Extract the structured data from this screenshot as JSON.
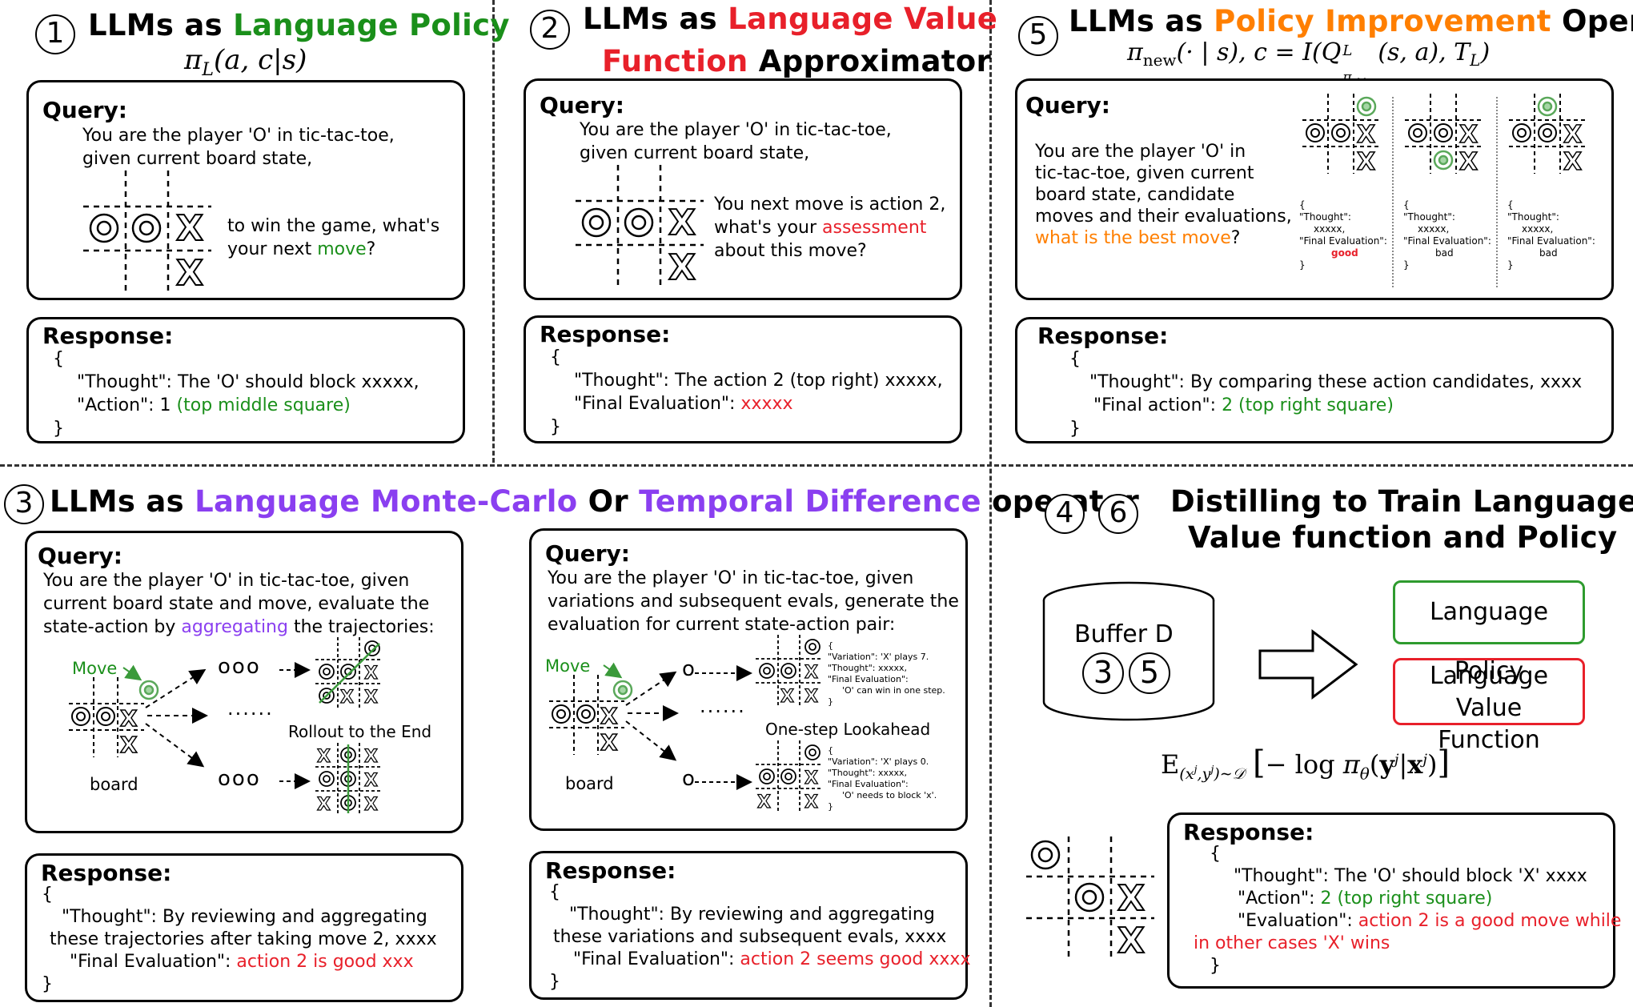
{
  "panel1": {
    "num": "1",
    "title_pre": "LLMs as ",
    "title_hl": "Language Policy",
    "formula": "π_L(a, c|s)",
    "query_label": "Query:",
    "query_lines": [
      "You are the player 'O' in tic-tac-toe,",
      "given current board state,"
    ],
    "ask_line1": "to win the game, what's",
    "ask_line2_pre": "your next ",
    "ask_hl": "move",
    "ask_post": "?",
    "response_label": "Response:",
    "resp_open": "{",
    "resp_thought": "\"Thought\": The 'O' should block xxxxx,",
    "resp_action_pre": "\"Action\": 1 ",
    "resp_action_hl": "(top middle square)",
    "resp_close": "}"
  },
  "panel2": {
    "num": "2",
    "title_pre": "LLMs as ",
    "title_hl1": "Language Value",
    "title_hl2": "Function",
    "title_post": " Approximator",
    "query_label": "Query:",
    "query_lines": [
      "You are the player 'O' in tic-tac-toe,",
      "given current board state,"
    ],
    "ask_line1": "You next move is action 2,",
    "ask_line2_pre": "what's your ",
    "ask_hl": "assessment",
    "ask_line3": "about this move?",
    "response_label": "Response:",
    "resp_open": "{",
    "resp_thought": "\"Thought\": The action 2 (top right) xxxxx,",
    "resp_eval_pre": "\"Final Evaluation\": ",
    "resp_eval_hl": "xxxxx",
    "resp_close": "}"
  },
  "panel5": {
    "num": "5",
    "title_pre": "LLMs as ",
    "title_hl1": "Policy",
    "title_hl2": "Improvement",
    "title_post": " Operator",
    "formula": "π_new(· | s), c = I(Q^L_π_old(s, a), T_L)",
    "query_label": "Query:",
    "query_lines": [
      "You are the player 'O' in",
      "tic-tac-toe,  given current",
      "board state, candidate",
      "moves and their evaluations,"
    ],
    "query_hl": "what is the best move",
    "query_post": "?",
    "cands": [
      {
        "thought": "\"Thought\":",
        "x": "xxxxx,",
        "eval": "\"Final Evaluation\":",
        "val": "good"
      },
      {
        "thought": "\"Thought\":",
        "x": "xxxxx,",
        "eval": "\"Final Evaluation\":",
        "val": "bad"
      },
      {
        "thought": "\"Thought\":",
        "x": "xxxxx,",
        "eval": "\"Final Evaluation\":",
        "val": "bad"
      }
    ],
    "brace_open": "{",
    "brace_close": "}",
    "response_label": "Response:",
    "resp_open": "{",
    "resp_thought": "\"Thought\": By comparing these action candidates, xxxx",
    "resp_action_pre": "\"Final action\": ",
    "resp_action_hl": "2 (top right square)",
    "resp_close": "}"
  },
  "panel3": {
    "num": "3",
    "title_pre": "LLMs as ",
    "title_hl1": "Language Monte-Carlo",
    "title_mid": " Or ",
    "title_hl2": "Temporal Difference",
    "title_post": " operator",
    "left": {
      "query_label": "Query:",
      "q1": "You are the player 'O' in tic-tac-toe,  given",
      "q2": "current board state and move, evaluate the",
      "q3_pre": "state-action by ",
      "q3_hl": "aggregating",
      "q3_post": " the trajectories:",
      "move": "Move",
      "dots_top": "ooo",
      "dots_mid": "······",
      "dots_bot": "ooo",
      "rollout": "Rollout to the End",
      "board": "board",
      "response_label": "Response:",
      "r_open": "{",
      "r1": "\"Thought\": By reviewing and aggregating",
      "r2": "these trajectories after taking move 2, xxxx",
      "r3_pre": "\"Final Evaluation\": ",
      "r3_hl": "action 2 is good xxx",
      "r_close": "}"
    },
    "right": {
      "query_label": "Query:",
      "q1": "You are the player 'O' in tic-tac-toe,  given",
      "q2": "variations and subsequent evals, generate the",
      "q3": "evaluation for current state-action pair:",
      "move": "Move",
      "dot_top": "o",
      "dots_mid": "······",
      "dot_bot": "o",
      "lookahead": "One-step Lookahead",
      "board": "board",
      "var1": [
        "{",
        "\"Variation\": 'X' plays 7.",
        "\"Thought\": xxxxx,",
        "\"Final Evaluation\":",
        "'O' can win in one step.",
        "}"
      ],
      "var2": [
        "{",
        "\"Variation\": 'X' plays 0.",
        "\"Thought\": xxxxx,",
        "\"Final Evaluation\":",
        "'O' needs to block 'x'.",
        "}"
      ],
      "response_label": "Response:",
      "r_open": "{",
      "r1": "\"Thought\": By reviewing and aggregating",
      "r2": "these variations and subsequent evals, xxxx",
      "r3_pre": "\"Final Evaluation\": ",
      "r3_hl": "action 2 seems good xxxx",
      "r_close": "}"
    }
  },
  "panel46": {
    "num4": "4",
    "num6": "6",
    "title1": "Distilling to Train Language",
    "title2": "Value function and Policy",
    "buffer": "Buffer D",
    "buf3": "3",
    "buf5": "5",
    "policy": "Language Policy",
    "value1": "Language Value",
    "value2": "Function",
    "formula": "E_(x^j, y^j)~D [ − log π_θ(y^j | x^j) ]",
    "response_label": "Response:",
    "r_open": "{",
    "r1": "\"Thought\": The 'O' should block 'X' xxxx",
    "r2_pre": "\"Action\": ",
    "r2_hl": "2 (top right square)",
    "r3_pre": "\"Evaluation\": ",
    "r3_hl": "action 2 is a good move while",
    "r4_hl": "in other cases 'X' wins",
    "r_close": "}"
  },
  "colors": {
    "green": "#1a8f1a",
    "red": "#e8202a",
    "orange": "#ff7f00",
    "purple": "#8a3ff0"
  }
}
